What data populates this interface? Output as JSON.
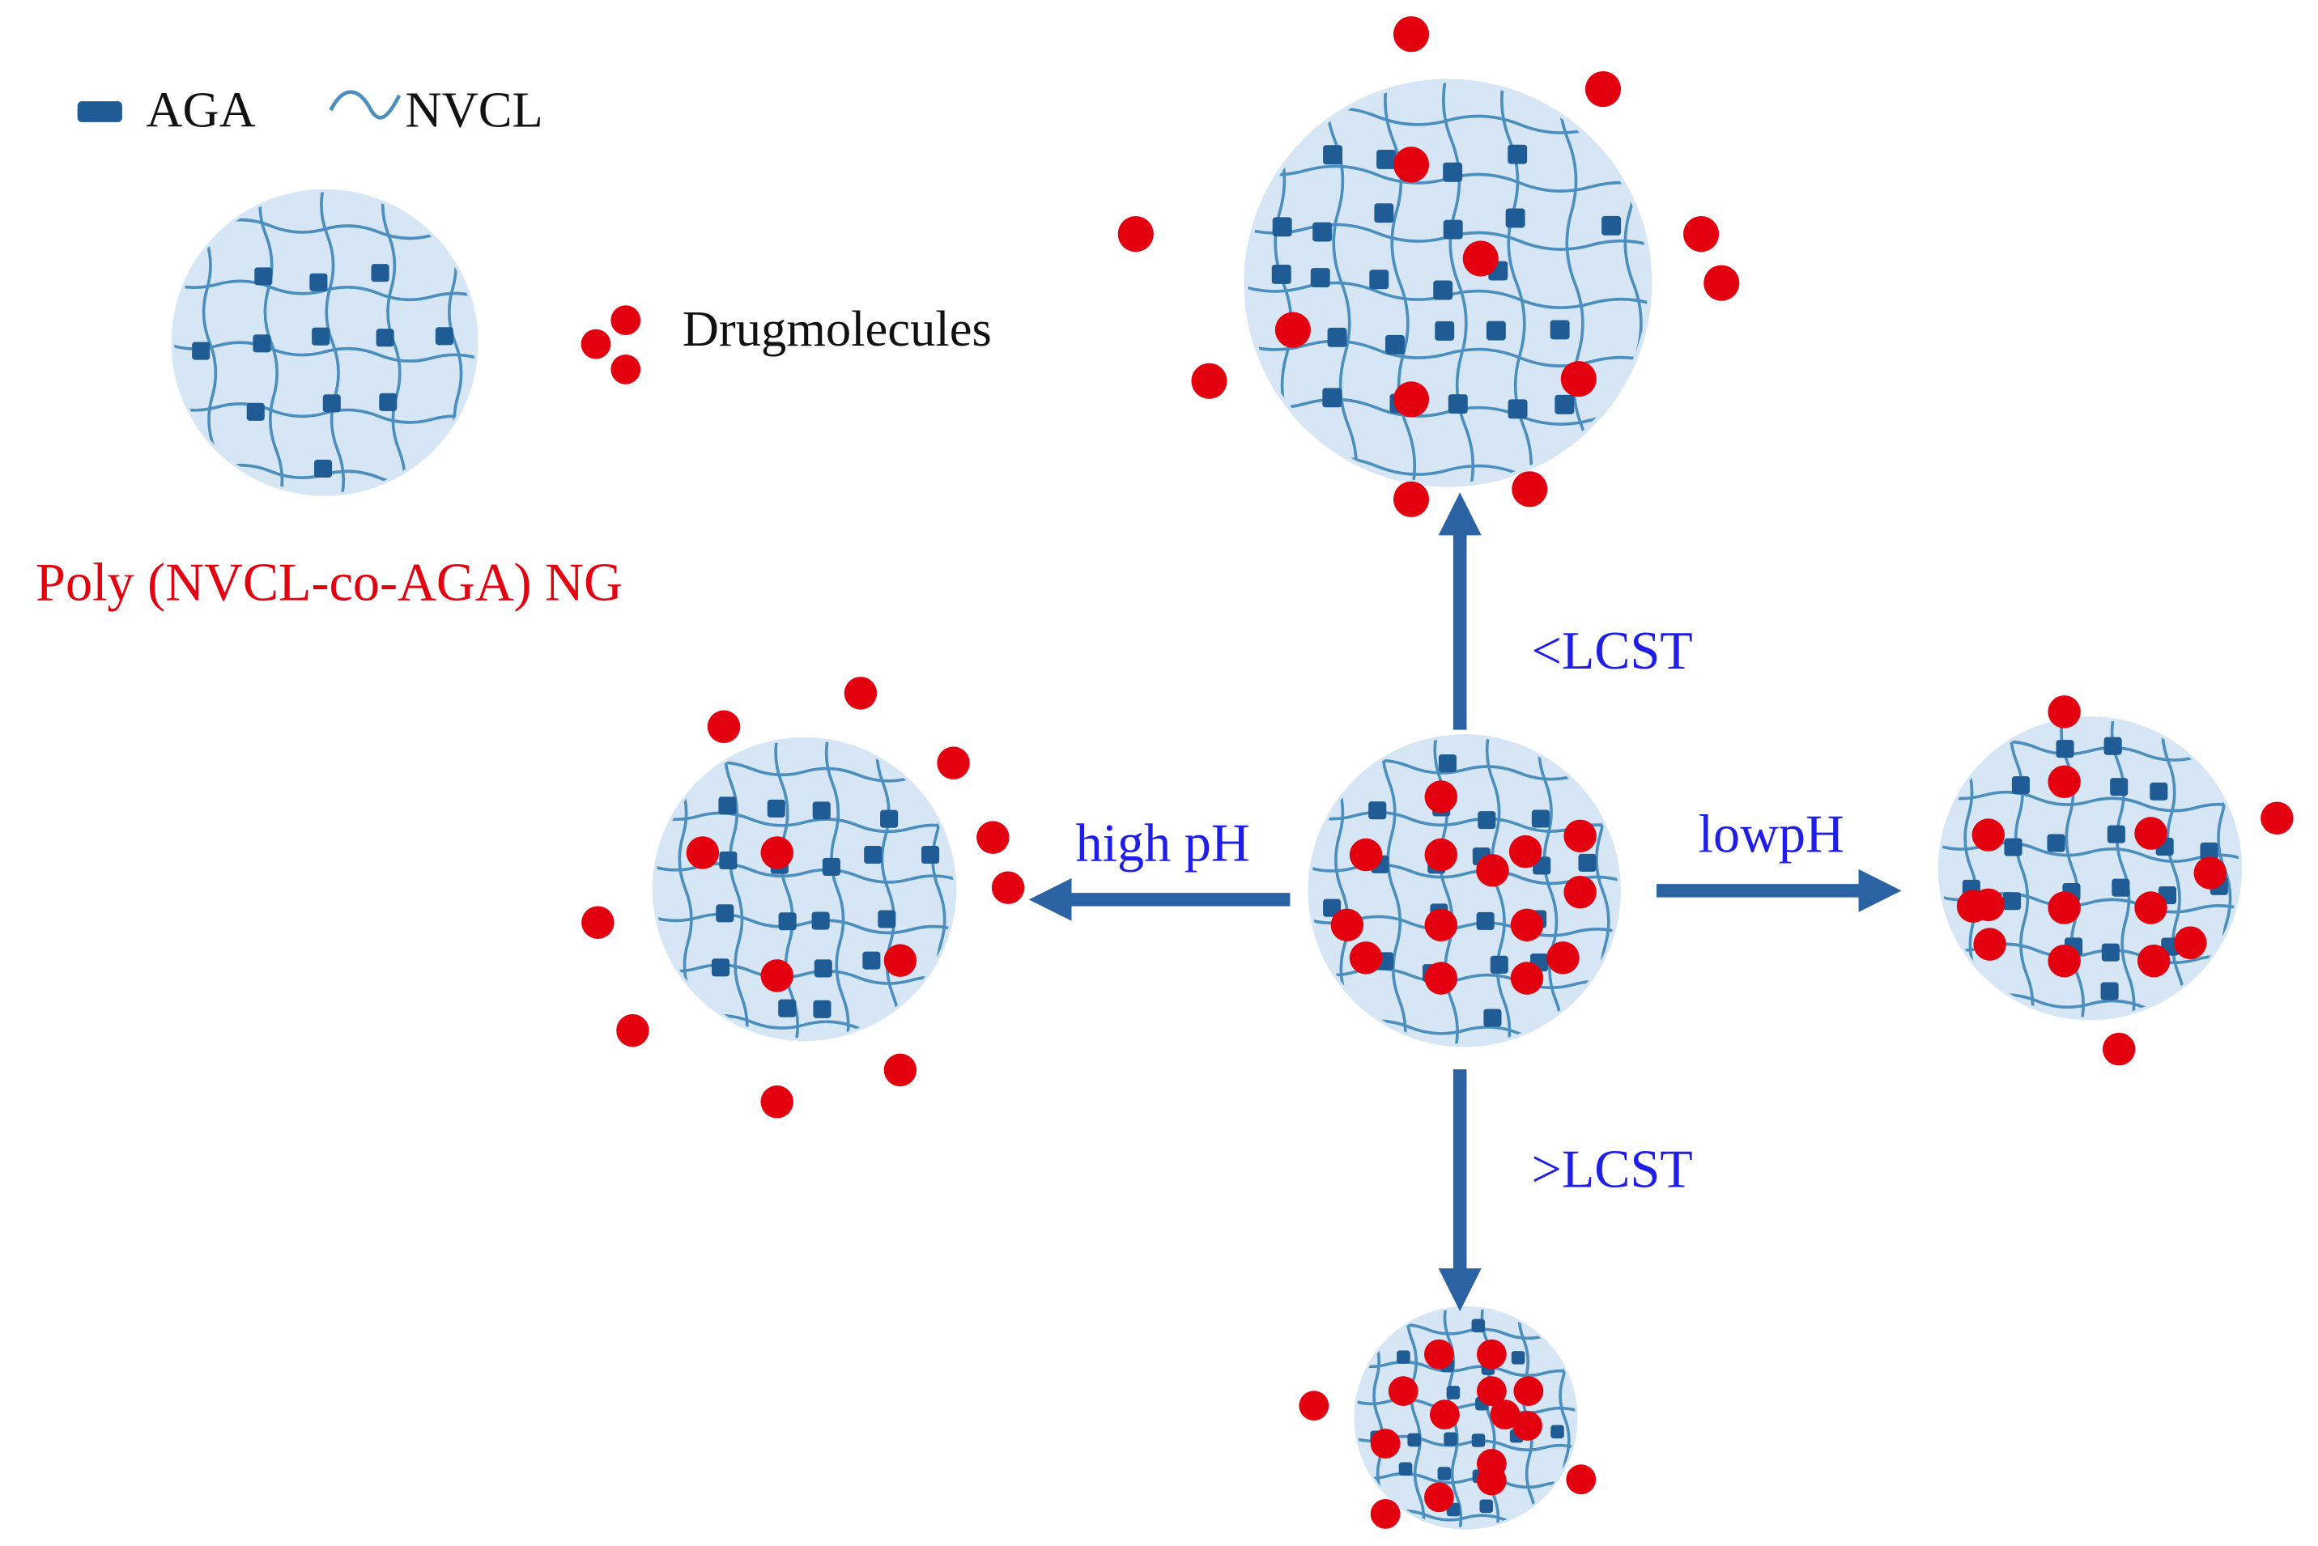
{
  "legend": {
    "aga_label": "AGA",
    "nvcl_label": "NVCL",
    "drug_label": "Drugmolecules",
    "nanogel_label": "Poly (NVCL-co-AGA) NG"
  },
  "conditions": {
    "below_lcst": "<LCST",
    "above_lcst": ">LCST",
    "high_ph": "high pH",
    "low_ph": "lowpH"
  },
  "colors": {
    "gel": "#d6e6f4",
    "chain": "#4c8fbf",
    "aga": "#1f5b95",
    "drug": "#e3000f",
    "arrow": "#2a62a2",
    "condition_text": "#1e1ee6",
    "title_text": "#e3000f",
    "legend_text": "#111111"
  }
}
